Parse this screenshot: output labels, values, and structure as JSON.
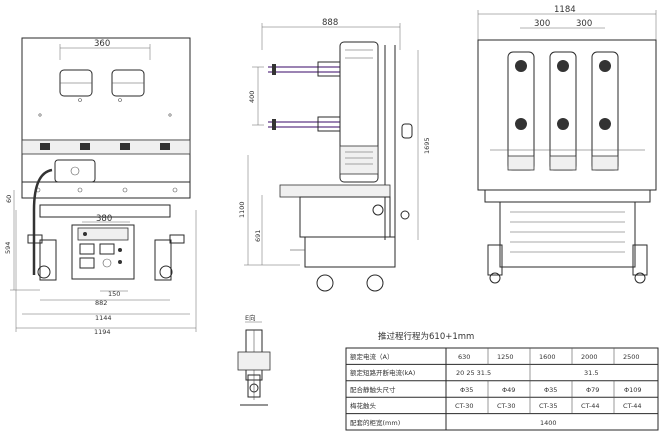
{
  "dimensions": {
    "front_width_inner": "360",
    "front_height_top": "60",
    "front_height_total": "594",
    "front_panel_width": "380",
    "front_span_150": "150",
    "front_span_882": "882",
    "front_span_1144": "1144",
    "front_span_1194": "1194",
    "side_depth": "888",
    "side_pole_spacing": "400",
    "side_height_1695": "1695",
    "side_height_1100": "1100",
    "side_height_691": "691",
    "rear_width": "1184",
    "rear_spacing_left": "300",
    "rear_spacing_right": "300"
  },
  "detail_label": "E向",
  "table": {
    "caption": "推过程行程为610+1mm",
    "rows": [
      {
        "label": "额定电流（A）",
        "cells": [
          "630",
          "1250",
          "1600",
          "2000",
          "2500"
        ]
      },
      {
        "label": "额定短路开断电流(kA)",
        "cells": [
          "20 25 31.5",
          "31.5"
        ]
      },
      {
        "label": "配合静触头尺寸",
        "cells": [
          "Φ35",
          "Φ49",
          "Φ35",
          "Φ79",
          "Φ109"
        ]
      },
      {
        "label": "梅花触头",
        "cells": [
          "CT-30",
          "CT-30",
          "CT-35",
          "CT-44",
          "CT-44"
        ]
      },
      {
        "label": "配套的柜宽(mm)",
        "cells": [
          "1400"
        ]
      }
    ]
  }
}
